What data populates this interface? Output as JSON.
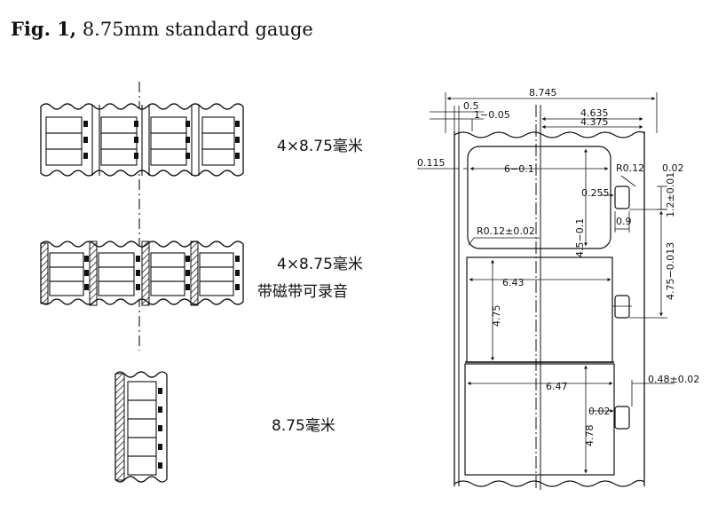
{
  "caption": {
    "prefix": "Fig. 1,",
    "text": "8.75mm standard gauge"
  },
  "left_labels": {
    "strip1": "4×8.75毫米",
    "strip2_line1": "4×8.75毫米",
    "strip2_line2": "带磁带可录音",
    "strip3": "8.75毫米"
  },
  "dimensions": {
    "total_width": "8.745",
    "d_05": "0.5",
    "d_1_005": "1−0.05",
    "d_4635": "4.635",
    "d_4375": "4.375",
    "d_0115": "0.115",
    "d_6_01": "6−0.1",
    "d_R012": "R0.12",
    "d_002_top": "0.02",
    "d_0255": "0.255",
    "d_12_001": "1.2±0.01",
    "d_09": "0.9",
    "d_45_01": "4.5−0.1",
    "d_R012_002": "R0.12±0.02",
    "d_475_0013": "4.75−0.013",
    "d_643": "6.43",
    "d_475": "4.75",
    "d_647": "6.47",
    "d_048_002": "0.48±0.02",
    "d_002_bottom": "0.02",
    "d_478": "4.78"
  }
}
